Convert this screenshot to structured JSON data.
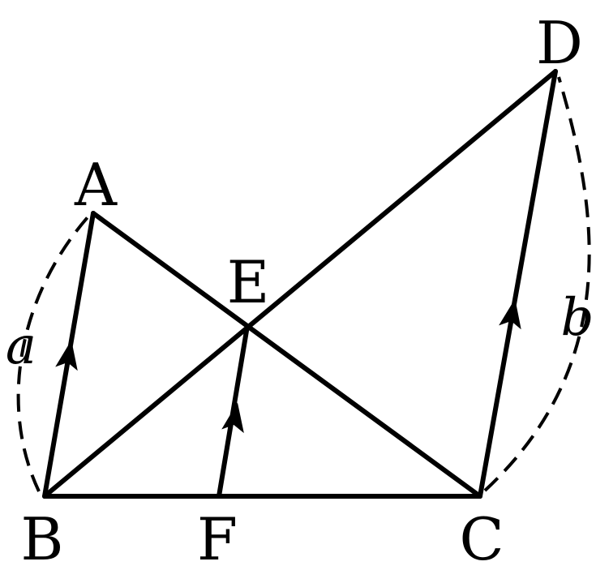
{
  "points": {
    "A": "A",
    "B": "B",
    "C": "C",
    "D": "D",
    "E": "E",
    "F": "F"
  },
  "vectors": {
    "a": "a",
    "b": "b"
  },
  "colors": {
    "stroke": "#000000",
    "background": "#ffffff"
  }
}
